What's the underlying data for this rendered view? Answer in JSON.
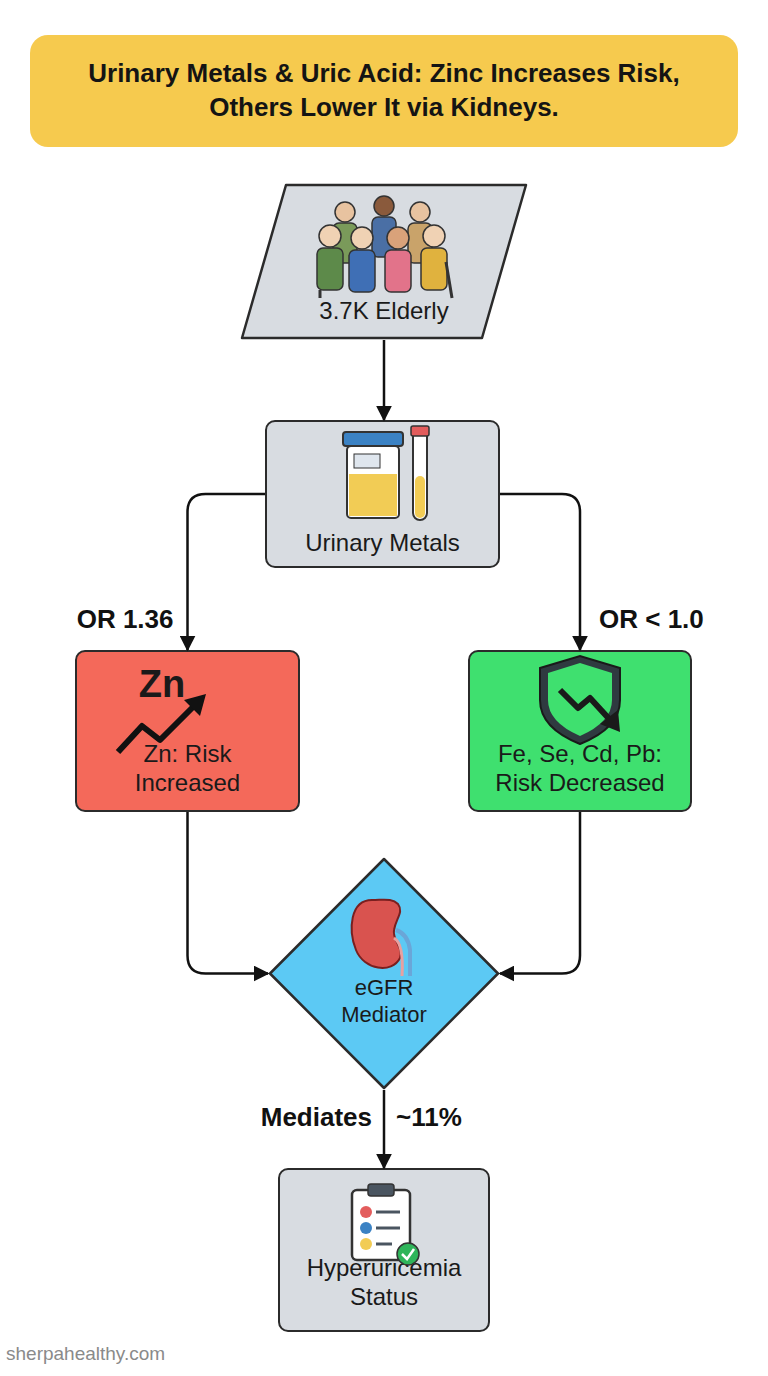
{
  "diagram": {
    "title": "Urinary Metals & Uric Acid: Zinc Increases Risk, Others Lower It via Kidneys.",
    "nodes": [
      {
        "text": [
          "3.7K Elderly"
        ]
      },
      {
        "text": [
          "Urinary Metals"
        ]
      },
      {
        "text": [
          "Zn",
          "Zn: Risk Increased"
        ]
      },
      {
        "text": [
          "Fe, Se, Cd, Pb: Risk Decreased"
        ]
      },
      {
        "text": [
          "eGFR Mediator"
        ]
      },
      {
        "text": [
          "Hyperuricemia Status"
        ]
      }
    ],
    "edges": [
      {
        "from": 0,
        "to": 1,
        "arrow": "to"
      },
      {
        "from": 1,
        "to": 2,
        "label": "OR 1.36",
        "arrow": "to"
      },
      {
        "from": 1,
        "to": 3,
        "label": "OR < 1.0",
        "arrow": "to"
      },
      {
        "from": 2,
        "to": 4,
        "arrow": "to"
      },
      {
        "from": 3,
        "to": 4,
        "arrow": "to"
      },
      {
        "from": 4,
        "to": 5,
        "label": "Mediates",
        "arrow": "to"
      }
    ],
    "labels": [
      "~11%",
      "sherpahealthy.com"
    ]
  }
}
